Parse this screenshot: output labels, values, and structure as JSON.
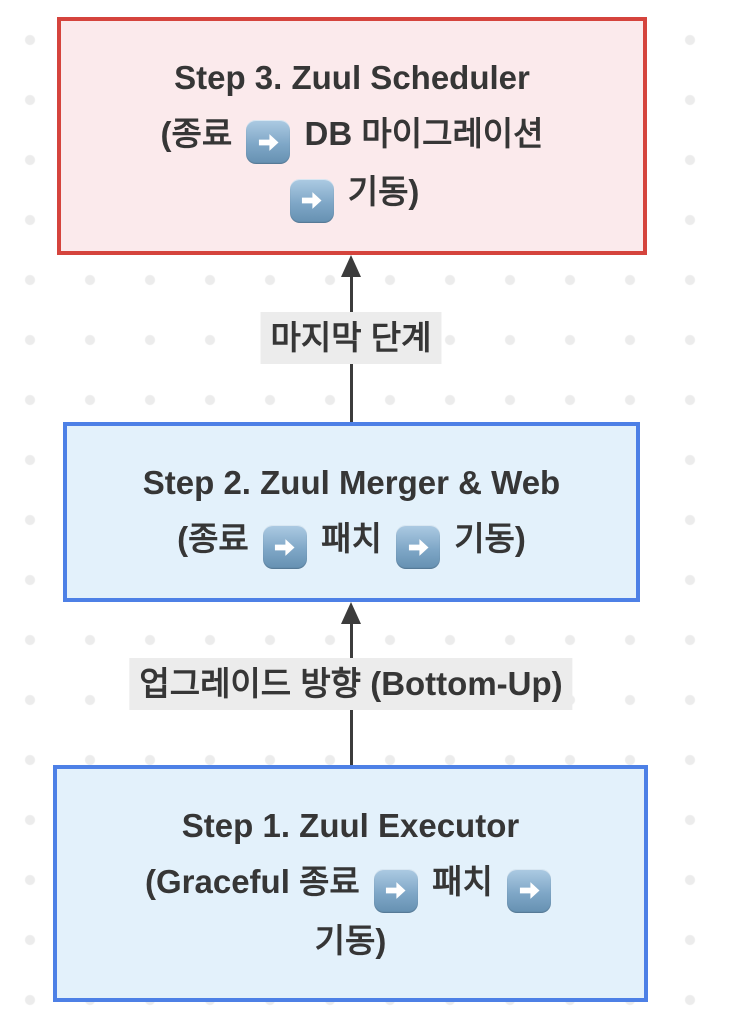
{
  "colors": {
    "red_border": "#d5443d",
    "red_fill": "#fbeaec",
    "blue_border": "#4d80e6",
    "blue_fill": "#e3f1fb",
    "label_bg": "#ececec",
    "arrow": "#3c3c3c",
    "text": "#363636",
    "dot": "#ececec",
    "emoji_top": "#adcbe3",
    "emoji_bottom": "#6590b1"
  },
  "nodes": [
    {
      "id": "step3",
      "color": "red",
      "lines": [
        "Step 3. Zuul Scheduler",
        "(종료 ➡ DB 마이그레이션",
        "➡ 기동)"
      ]
    },
    {
      "id": "step2",
      "color": "blue",
      "lines": [
        "Step 2. Zuul Merger & Web",
        "(종료 ➡ 패치 ➡ 기동)"
      ]
    },
    {
      "id": "step1",
      "color": "blue",
      "lines": [
        "Step 1. Zuul Executor",
        "(Graceful 종료 ➡ 패치 ➡",
        "기동)"
      ]
    }
  ],
  "edges": [
    {
      "from": "step2",
      "to": "step3",
      "label": "마지막 단계"
    },
    {
      "from": "step1",
      "to": "step2",
      "label": "업그레이드 방향 (Bottom-Up)"
    }
  ],
  "icons": {
    "right_arrow_emoji": "➡"
  }
}
